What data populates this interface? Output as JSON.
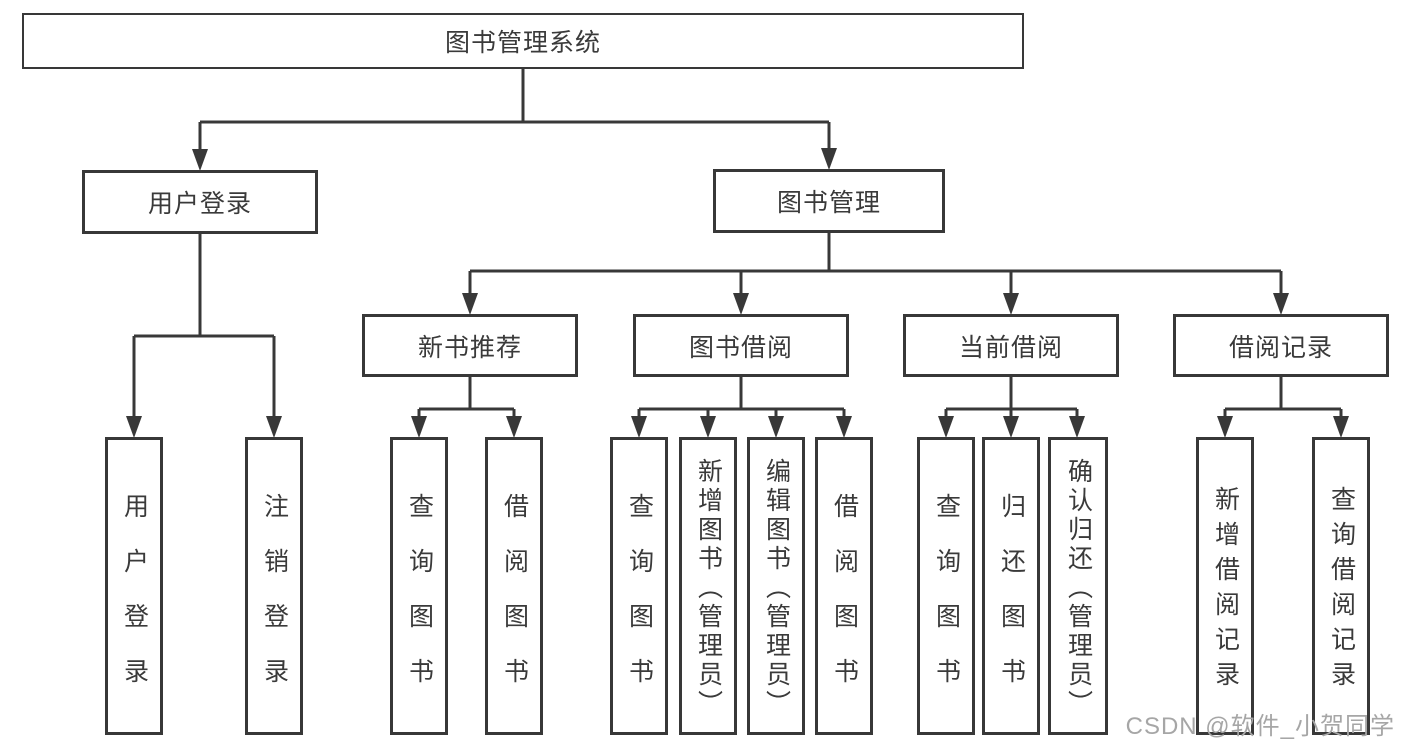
{
  "diagram": {
    "title": "图书管理系统",
    "level2": [
      {
        "label": "用户登录"
      },
      {
        "label": "图书管理"
      }
    ],
    "level3": [
      {
        "label": "新书推荐"
      },
      {
        "label": "图书借阅"
      },
      {
        "label": "当前借阅"
      },
      {
        "label": "借阅记录"
      }
    ],
    "leaves": [
      {
        "label": "用户登录"
      },
      {
        "label": "注销登录"
      },
      {
        "label": "查询图书"
      },
      {
        "label": "借阅图书"
      },
      {
        "label": "查询图书"
      },
      {
        "label": "新增图书（管理员）"
      },
      {
        "label": "编辑图书（管理员）"
      },
      {
        "label": "借阅图书"
      },
      {
        "label": "查询图书"
      },
      {
        "label": "归还图书"
      },
      {
        "label": "确认归还（管理员）"
      },
      {
        "label": "新增借阅记录"
      },
      {
        "label": "查询借阅记录"
      }
    ]
  },
  "watermark": "CSDN @软件_小贺同学",
  "colors": {
    "line": "#383838",
    "text": "#3a3a3a",
    "watermark": "#a6a6a6",
    "background": "#ffffff"
  }
}
